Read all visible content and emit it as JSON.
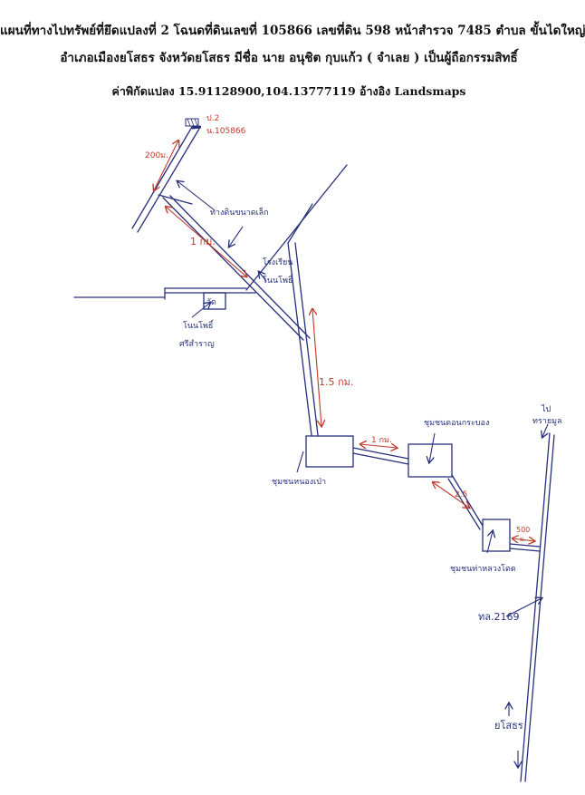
{
  "header": {
    "line1": "แผนที่ทางไปทรัพย์ที่ยึดแปลงที่ 2 โฉนดที่ดินเลขที่  105866  เลขที่ดิน  598  หน้าสำรวจ  7485  ตำบล ขั้นไดใหญ่",
    "line2": "อำเภอเมืองยโสธร  จังหวัดยโสธร  มีชื่อ  นาย อนุชิต กุบแก้ว  ( จำเลย )  เป็นผู้ถือกรรมสิทธิ์",
    "line3": "ค่าพิกัดแปลง 15.91128900,104.13777119 อ้างอิง Landsmaps"
  },
  "map": {
    "plot_label": "ป.2",
    "deed_label": "น.105866",
    "dist_200m": "200ม.",
    "small_road": "ทางดินขนาดเล็ก",
    "dist_1km_a": "1 กม.",
    "school_a": "โรงเรียน",
    "school_b": "โนนโพธิ์",
    "temple": "วัด",
    "village_nonpho_1": "โนนโพธิ์",
    "village_nonpho_2": "ศรีสำราญ",
    "dist_15km": "1.5 กม.",
    "dist_1km_b": "1 กม.",
    "village_nongpao": "ชุมชนหนองเป่า",
    "village_kasiang": "ชุมชนดอนกระบอง",
    "dist_25": "2.5",
    "village_thaluang": "ชุมชนท่าหลวงโดด",
    "dist_500": "500",
    "dist_500_unit": "ม.",
    "to_north_1": "ไป",
    "to_north_2": "ทรายมูล",
    "route": "ทล.2169",
    "to_south": "ยโสธร"
  },
  "colors": {
    "ink_blue": "#27307a",
    "ink_red": "#c0392b"
  }
}
